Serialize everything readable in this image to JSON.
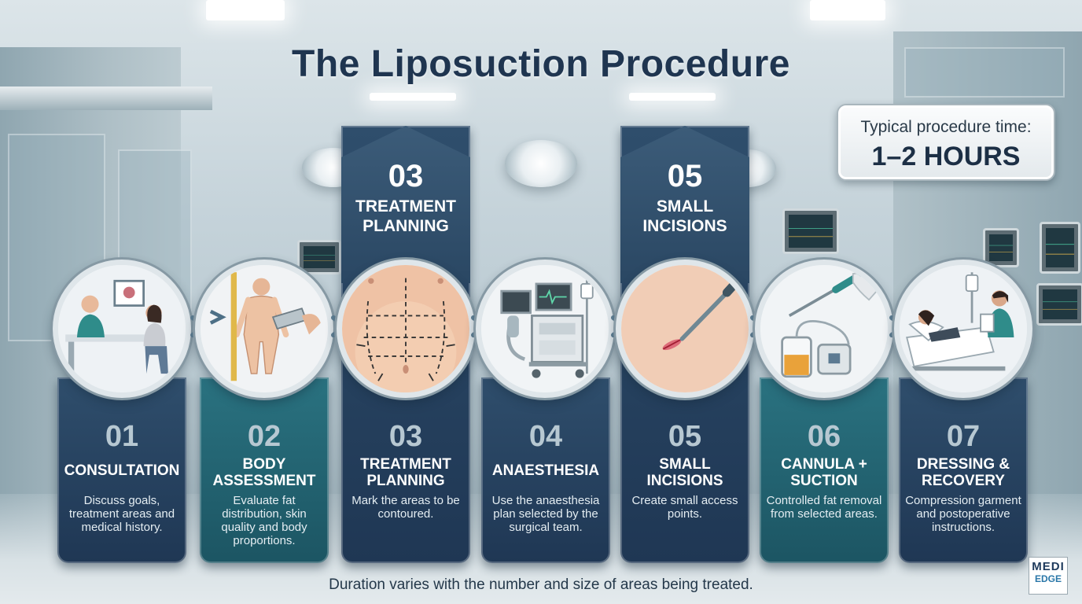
{
  "title": "The Liposuction Procedure",
  "time_card": {
    "label": "Typical procedure time:",
    "value": "1–2 HOURS"
  },
  "steps": [
    {
      "number": "01",
      "title": "CONSULTATION",
      "description": "Discuss goals, treatment areas and medical history.",
      "image_icon": "consultation-illustration"
    },
    {
      "number": "02",
      "title": "BODY ASSESSMENT",
      "description": "Evaluate fat distribution, skin quality and body proportions.",
      "image_icon": "body-measurement-illustration"
    },
    {
      "number": "03",
      "title": "TREATMENT PLANNING",
      "description": "Mark the areas to be contoured.",
      "image_icon": "marked-abdomen-illustration"
    },
    {
      "number": "04",
      "title": "ANAESTHESIA",
      "description": "Use the anaesthesia plan selected by the surgical team.",
      "image_icon": "anaesthesia-machine-illustration"
    },
    {
      "number": "05",
      "title": "SMALL INCISIONS",
      "description": "Create small access points.",
      "image_icon": "incision-illustration"
    },
    {
      "number": "06",
      "title": "CANNULA + SUCTION",
      "description": "Controlled fat removal from selected areas.",
      "image_icon": "suction-cannula-illustration"
    },
    {
      "number": "07",
      "title": "DRESSING & RECOVERY",
      "description": "Compression garment and postoperative instructions.",
      "image_icon": "recovery-bed-illustration"
    }
  ],
  "footer": "Duration varies with the number and size of areas being treated.",
  "logo": {
    "top": "MEDI",
    "bottom": "EDGE"
  },
  "colors": {
    "navy": "#1f3754",
    "teal": "#1c5563",
    "title": "#1f3550"
  }
}
